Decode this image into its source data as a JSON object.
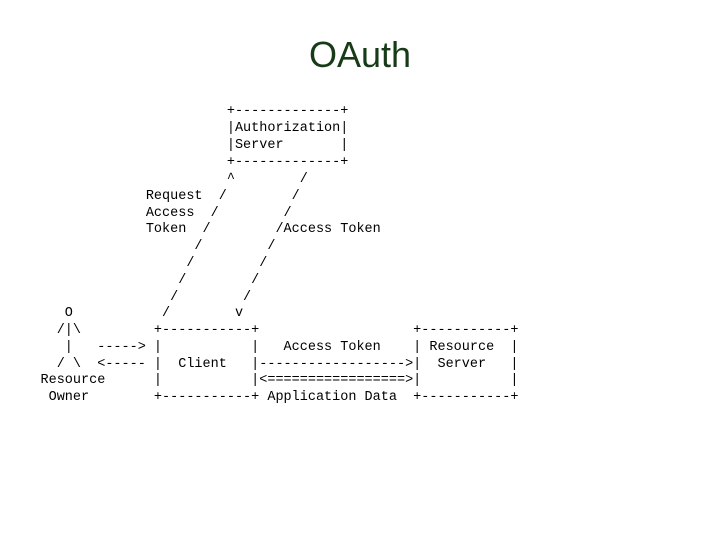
{
  "title": "OAuth",
  "diagram": {
    "lines": [
      "                            +-------------+",
      "                            |Authorization|",
      "                            |Server       |",
      "                            +-------------+",
      "                            ^        /",
      "                  Request  /        /",
      "                  Access  /        /",
      "                  Token  /        /Access Token",
      "                        /        /",
      "                       /        /",
      "                      /        /",
      "                     /        /",
      "        O           /        v",
      "       /|\\         +-----------+                   +-----------+",
      "        |   -----> |           |   Access Token    | Resource  |",
      "       / \\  <----- |  Client   |------------------>|  Server   |",
      "     Resource      |           |<=================>|           |",
      "      Owner        +-----------+ Application Data  +-----------+"
    ]
  }
}
